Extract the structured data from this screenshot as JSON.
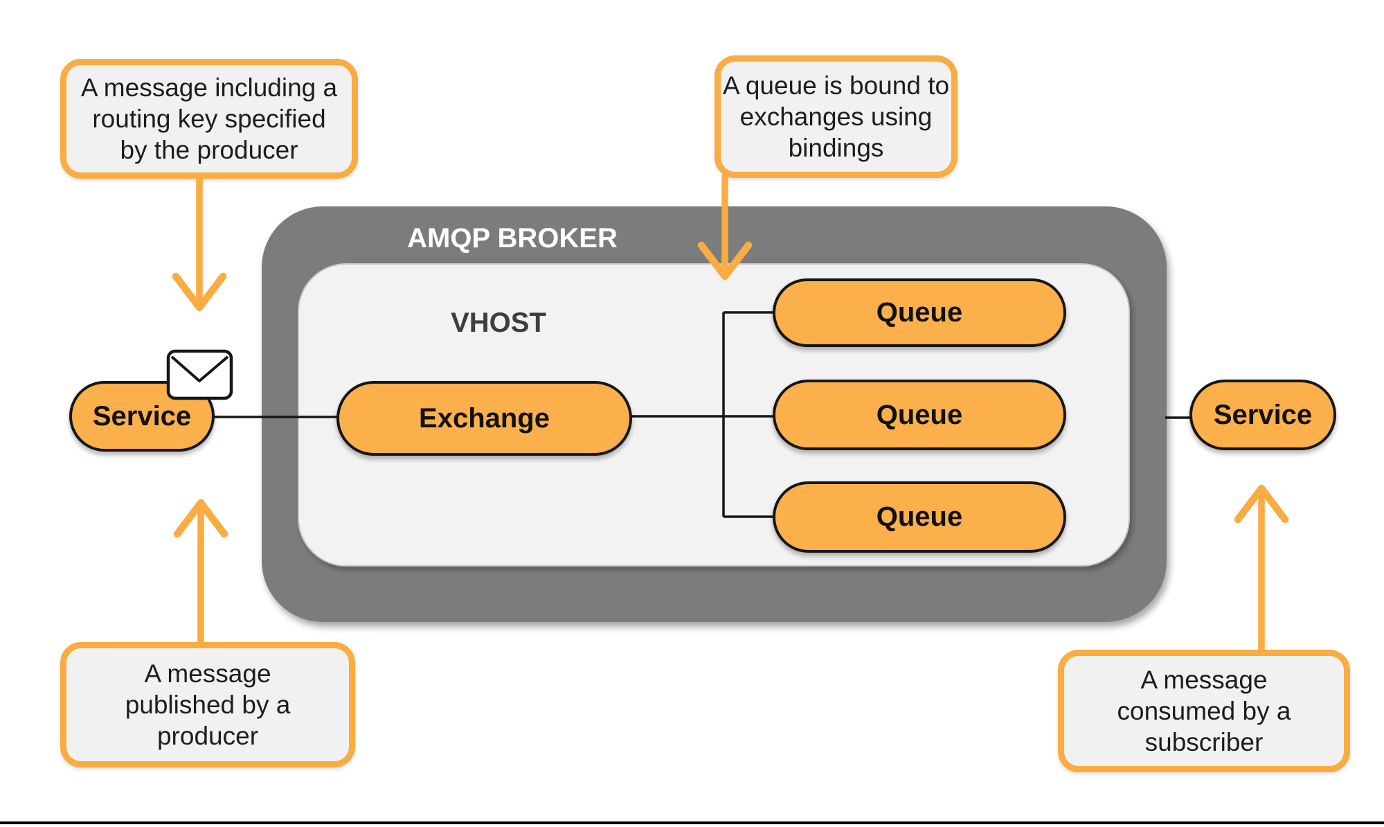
{
  "diagram": {
    "broker": {
      "label": "AMQP BROKER"
    },
    "vhost": {
      "label": "VHOST"
    },
    "exchange": {
      "label": "Exchange"
    },
    "queues": [
      {
        "label": "Queue"
      },
      {
        "label": "Queue"
      },
      {
        "label": "Queue"
      }
    ],
    "services": {
      "producer": {
        "label": "Service"
      },
      "consumer": {
        "label": "Service"
      }
    },
    "callouts": {
      "routing_key": {
        "text": "A message including a\nrouting key specified\nby the producer"
      },
      "bindings": {
        "text": "A queue is bound to\nexchanges using\nbindings"
      },
      "published": {
        "text": "A message\npublished by a\nproducer"
      },
      "consumed": {
        "text": "A message\nconsumed by a\nsubscriber"
      }
    },
    "icons": {
      "message": "envelope-icon"
    },
    "colors": {
      "accent_orange": "#F8AC42",
      "pill_fill": "#FBB04C",
      "broker_gray": "#7C7C7C",
      "panel_light": "#F2F2F2",
      "line_black": "#161616",
      "callout_bg": "#F1F1F1",
      "text_dark": "#1D1D1D",
      "vhost_text": "#3E3E3E"
    }
  }
}
